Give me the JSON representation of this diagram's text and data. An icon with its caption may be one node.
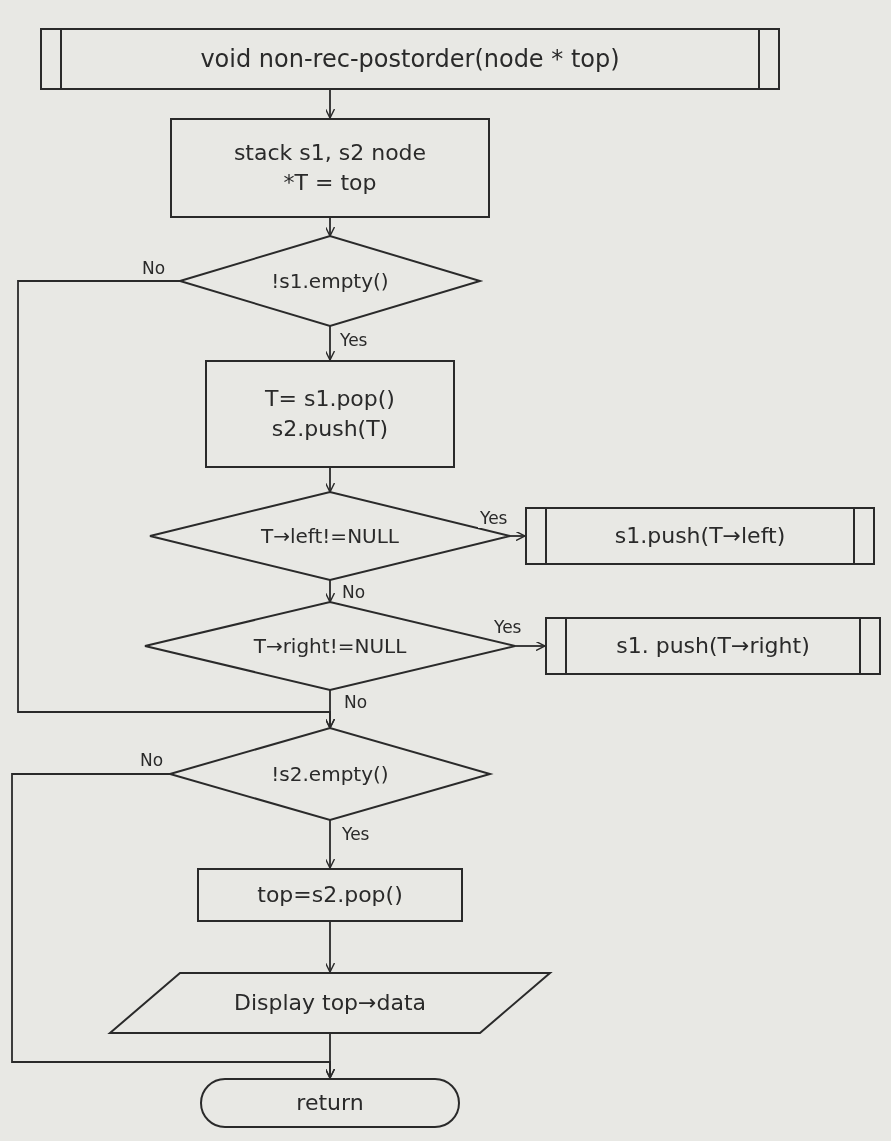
{
  "diagram": {
    "nodes": [
      {
        "text": [
          "void non-rec-postorder(node * top)"
        ]
      },
      {
        "text": [
          "stack s1, s2 node *T = top"
        ]
      },
      {
        "text": [
          "!s1.empty()"
        ]
      },
      {
        "text": [
          "T= s1.pop() s2.push(T)"
        ]
      },
      {
        "text": [
          "T→left!=NULL"
        ]
      },
      {
        "text": [
          "s1.push(T→left)"
        ]
      },
      {
        "text": [
          "T→right!=NULL"
        ]
      },
      {
        "text": [
          "s1. push(T→right)"
        ]
      },
      {
        "text": [
          "!s2.empty()"
        ]
      },
      {
        "text": [
          "top=s2.pop()"
        ]
      },
      {
        "text": [
          "Display top→data"
        ]
      },
      {
        "text": [
          "return"
        ]
      }
    ],
    "edges": [
      {
        "from": 0,
        "to": 1,
        "arrow": "to"
      },
      {
        "from": 1,
        "to": 2,
        "arrow": "to"
      },
      {
        "from": 2,
        "to": 3,
        "arrow": "to",
        "label": "Yes"
      },
      {
        "from": 2,
        "to": 8,
        "arrow": "to",
        "label": "No"
      },
      {
        "from": 3,
        "to": 4,
        "arrow": "to"
      },
      {
        "from": 4,
        "to": 5,
        "arrow": "to",
        "label": "Yes"
      },
      {
        "from": 4,
        "to": 6,
        "arrow": "to",
        "label": "No"
      },
      {
        "from": 6,
        "to": 7,
        "arrow": "to",
        "label": "Yes"
      },
      {
        "from": 6,
        "to": 8,
        "arrow": "to",
        "label": "No"
      },
      {
        "from": 8,
        "to": 9,
        "arrow": "to",
        "label": "Yes"
      },
      {
        "from": 8,
        "to": 11,
        "arrow": "to",
        "label": "No"
      },
      {
        "from": 9,
        "to": 10,
        "arrow": "to"
      },
      {
        "from": 10,
        "to": 11,
        "arrow": "to"
      }
    ]
  }
}
